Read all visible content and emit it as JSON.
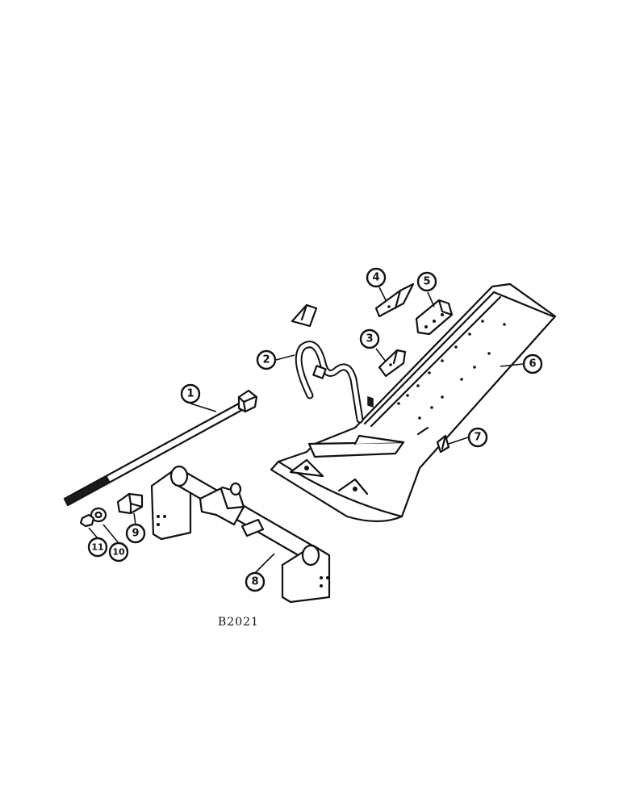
{
  "figure": {
    "code": "B2021"
  },
  "callouts": [
    "1",
    "2",
    "3",
    "4",
    "5",
    "6",
    "7",
    "8",
    "9",
    "10",
    "11"
  ],
  "colors": {
    "line": "#111111",
    "background": "#ffffff"
  }
}
